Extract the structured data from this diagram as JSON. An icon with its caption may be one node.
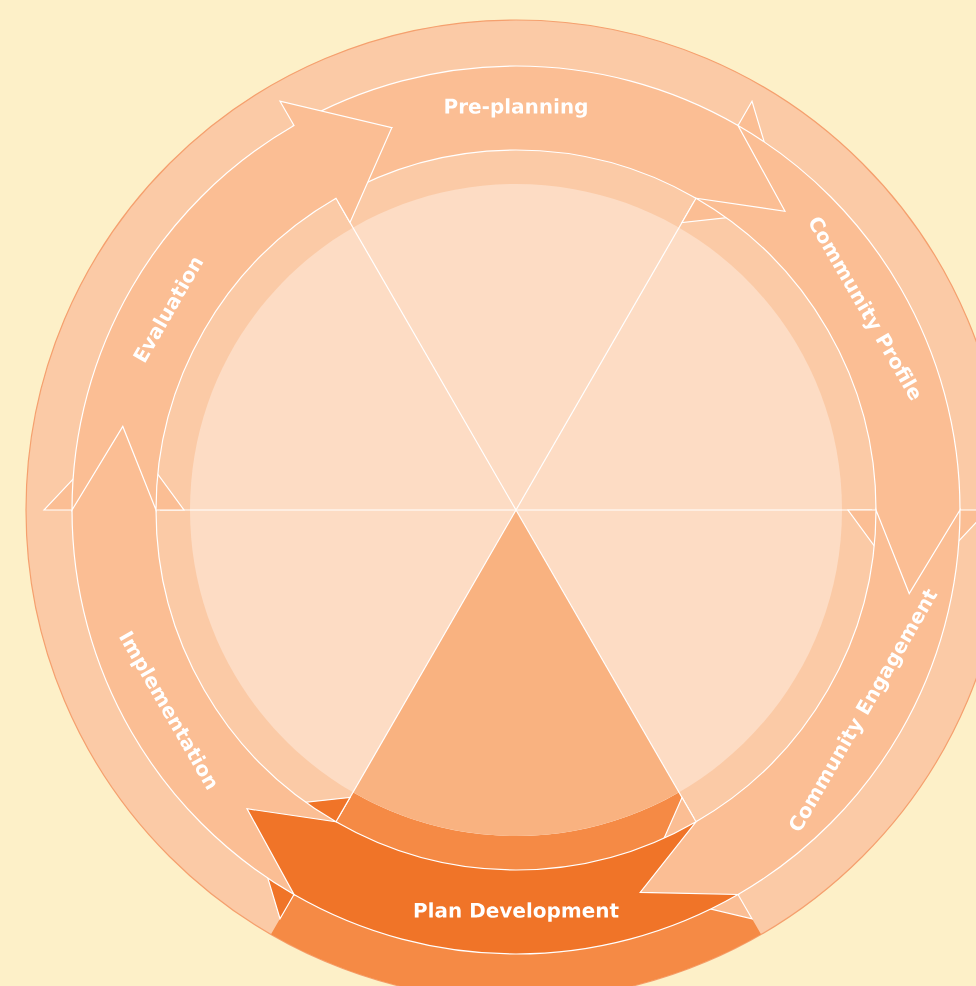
{
  "diagram": {
    "nodes": [
      {
        "text": [
          "Pre-planning"
        ]
      },
      {
        "text": [
          "Community Profile"
        ]
      },
      {
        "text": [
          "Community Engagement"
        ]
      },
      {
        "text": [
          "Plan Development"
        ]
      },
      {
        "text": [
          "Implementation"
        ]
      },
      {
        "text": [
          "Evaluation"
        ]
      }
    ]
  }
}
